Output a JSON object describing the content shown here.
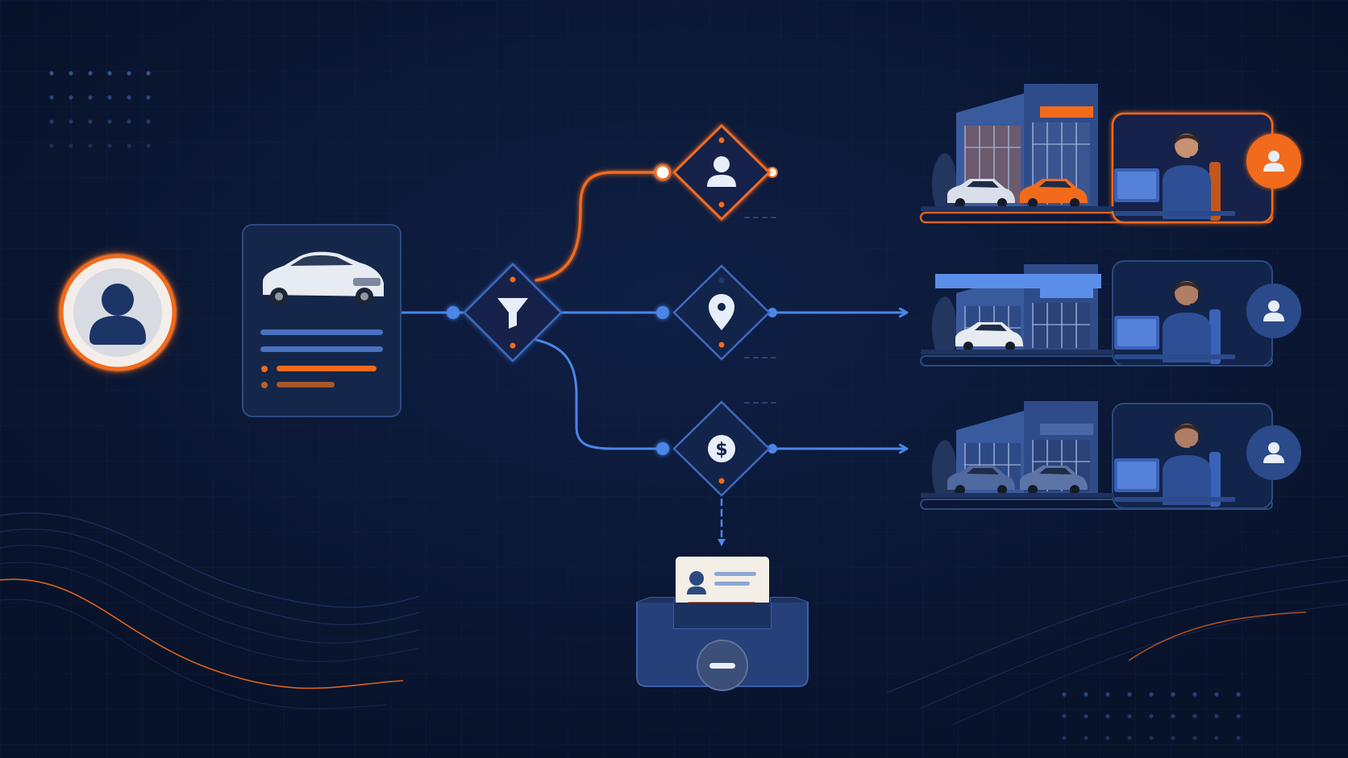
{
  "colors": {
    "background": "#0a1530",
    "panel": "#14264a",
    "panel_stroke": "#2c4a80",
    "accent_orange": "#f26b1d",
    "accent_blue": "#4a86e8",
    "icon_light": "#e8eef8",
    "dark_navy": "#1b3566"
  },
  "nodes": {
    "lead": {
      "icon": "user-icon"
    },
    "lead_card": {
      "icon": "car-icon",
      "lines": 4
    },
    "router": {
      "icon": "funnel-icon"
    },
    "rules": [
      {
        "icon": "user-icon",
        "route": "orange"
      },
      {
        "icon": "location-pin-icon",
        "route": "blue"
      },
      {
        "icon": "dollar-icon",
        "route": "blue"
      }
    ],
    "dealers": [
      {
        "icon": "dealership-icon",
        "agent_icon": "headset-agent-icon",
        "badge_icon": "user-icon",
        "highlighted": true
      },
      {
        "icon": "dealership-icon",
        "agent_icon": "headset-agent-icon",
        "badge_icon": "user-icon",
        "highlighted": false
      },
      {
        "icon": "dealership-icon",
        "agent_icon": "headset-agent-icon",
        "badge_icon": "user-icon",
        "highlighted": false
      }
    ],
    "holding_tray": {
      "icon": "inbox-icon",
      "badge_icon": "minus-icon"
    }
  }
}
